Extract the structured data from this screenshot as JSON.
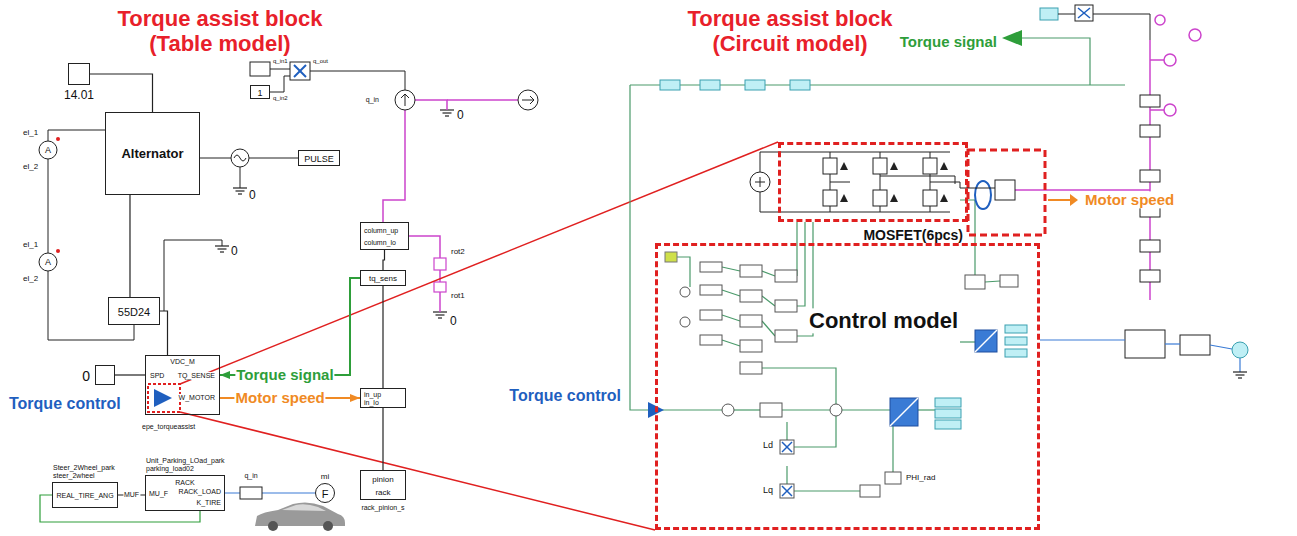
{
  "diagram": {
    "nodes": [
      {
        "text": [
          "14.01"
        ]
      },
      {
        "text": [
          "Alternator"
        ]
      },
      {
        "text": [
          "PULSE"
        ]
      },
      {
        "text": [
          "55D24"
        ]
      },
      {
        "text": [
          "1"
        ]
      },
      {
        "text": [
          "column_up",
          "column_lo"
        ]
      },
      {
        "text": [
          "tq_sens"
        ]
      },
      {
        "text": [
          "in_up",
          "in_lo"
        ]
      },
      {
        "text": [
          "pinion",
          "rack",
          "rack_pinion_s"
        ]
      },
      {
        "text": [
          "0"
        ]
      },
      {
        "text": [
          "SPD",
          "VDC_M",
          "TQ_SENSE",
          "W_MOTOR",
          "epe_torqueassist"
        ]
      },
      {
        "text": [
          "Steer_2Wheel_park steer_2wheel",
          "REAL_TIRE_ANG"
        ]
      },
      {
        "text": [
          "Unit_Parking_LOad_park parking_load02",
          "RACK",
          "MU_F",
          "RACK_LOAD",
          "K_TIRE"
        ]
      },
      {
        "text": [
          "mi",
          "F"
        ]
      },
      {
        "text": [
          "MOSFET(6pcs)"
        ]
      },
      {
        "text": [
          "Control model"
        ]
      }
    ],
    "edges": [
      {
        "from": 9,
        "to": 10,
        "arrow": "none"
      },
      {
        "from": 6,
        "to": 10,
        "arrow": "to",
        "label": "Torque signal"
      },
      {
        "from": 10,
        "to": 7,
        "arrow": "to",
        "label": "Motor speed"
      },
      {
        "from": 5,
        "to": 6,
        "arrow": "none"
      },
      {
        "from": 6,
        "to": 7,
        "arrow": "none"
      },
      {
        "from": 7,
        "to": 8,
        "arrow": "none"
      },
      {
        "from": 1,
        "to": 3,
        "arrow": "none"
      },
      {
        "from": 11,
        "to": 12,
        "arrow": "none",
        "label": "MUF"
      },
      {
        "from": 12,
        "to": 13,
        "arrow": "none"
      },
      {
        "from": 0,
        "to": 1,
        "arrow": "none"
      },
      {
        "from": 3,
        "to": 10,
        "arrow": "none"
      }
    ],
    "labels": [
      "Torque assist block (Table model)",
      "Torque assist block (Circuit model)",
      "el_1",
      "A",
      "el_2",
      "el_1",
      "A",
      "el_2",
      "0",
      "0",
      "q_in1",
      "q_in2",
      "q_out",
      "q_in",
      "0",
      "rot2",
      "rot1",
      "0",
      "Torque control",
      "q_in",
      "Torque signal",
      "Motor speed",
      "Torque control",
      "PHI_rad",
      "Ld",
      "Lq"
    ]
  }
}
